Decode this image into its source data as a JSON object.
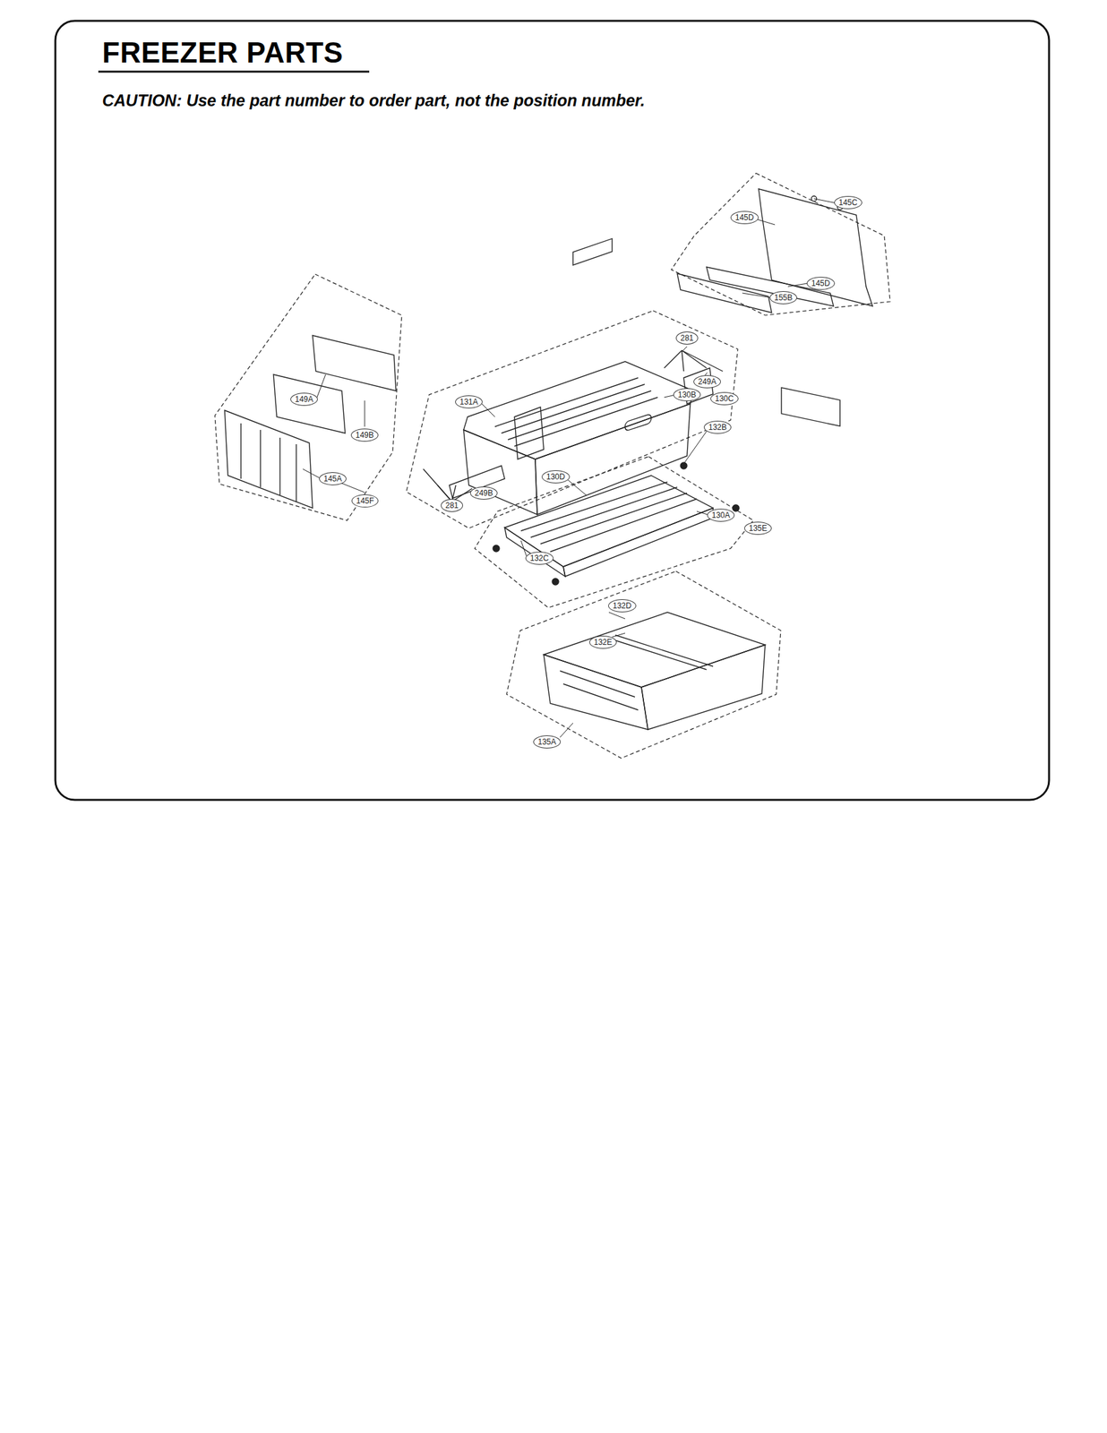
{
  "diagram": {
    "title": "FREEZER PARTS",
    "labels": [
      "CAUTION: Use the part number to order part, not the position number.",
      "145C",
      "145D",
      "145D",
      "155B",
      "281",
      "131A",
      "249A",
      "130B",
      "130C",
      "281",
      "249B",
      "132B",
      "130D",
      "130A",
      "135E",
      "132C",
      "132D",
      "132E",
      "135A",
      "149A",
      "149B",
      "145A",
      "145F"
    ]
  }
}
